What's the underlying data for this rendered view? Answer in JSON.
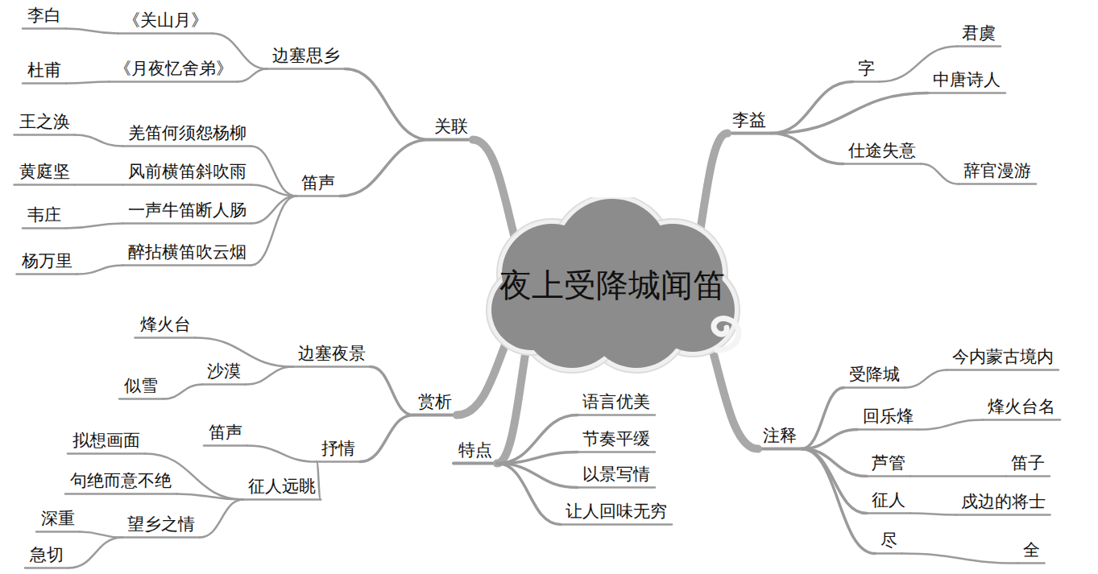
{
  "diagram": {
    "nodes": [
      {
        "text": [
          "夜上受降城闻笛"
        ]
      },
      {
        "text": [
          "李益"
        ]
      },
      {
        "text": [
          "字"
        ]
      },
      {
        "text": [
          "君虞"
        ]
      },
      {
        "text": [
          "中唐诗人"
        ]
      },
      {
        "text": [
          "仕途失意"
        ]
      },
      {
        "text": [
          "辞官漫游"
        ]
      },
      {
        "text": [
          "关联"
        ]
      },
      {
        "text": [
          "边塞思乡"
        ]
      },
      {
        "text": [
          "李白"
        ]
      },
      {
        "text": [
          "《关山月》"
        ]
      },
      {
        "text": [
          "杜甫"
        ]
      },
      {
        "text": [
          "《月夜忆舍弟》"
        ]
      },
      {
        "text": [
          "笛声"
        ]
      },
      {
        "text": [
          "王之涣"
        ]
      },
      {
        "text": [
          "羌笛何须怨杨柳"
        ]
      },
      {
        "text": [
          "黄庭坚"
        ]
      },
      {
        "text": [
          "风前横笛斜吹雨"
        ]
      },
      {
        "text": [
          "韦庄"
        ]
      },
      {
        "text": [
          "一声牛笛断人肠"
        ]
      },
      {
        "text": [
          "杨万里"
        ]
      },
      {
        "text": [
          "醉拈横笛吹云烟"
        ]
      },
      {
        "text": [
          "注释"
        ]
      },
      {
        "text": [
          "受降城"
        ]
      },
      {
        "text": [
          "今内蒙古境内"
        ]
      },
      {
        "text": [
          "回乐烽"
        ]
      },
      {
        "text": [
          "烽火台名"
        ]
      },
      {
        "text": [
          "芦管"
        ]
      },
      {
        "text": [
          "笛子"
        ]
      },
      {
        "text": [
          "征人"
        ]
      },
      {
        "text": [
          "戍边的将士"
        ]
      },
      {
        "text": [
          "尽"
        ]
      },
      {
        "text": [
          "全"
        ]
      },
      {
        "text": [
          "赏析"
        ]
      },
      {
        "text": [
          "边塞夜景"
        ]
      },
      {
        "text": [
          "烽火台"
        ]
      },
      {
        "text": [
          "沙漠"
        ]
      },
      {
        "text": [
          "似雪"
        ]
      },
      {
        "text": [
          "抒情"
        ]
      },
      {
        "text": [
          "笛声"
        ]
      },
      {
        "text": [
          "征人远眺"
        ]
      },
      {
        "text": [
          "拟想画面"
        ]
      },
      {
        "text": [
          "句绝而意不绝"
        ]
      },
      {
        "text": [
          "望乡之情"
        ]
      },
      {
        "text": [
          "深重"
        ]
      },
      {
        "text": [
          "急切"
        ]
      },
      {
        "text": [
          "特点"
        ]
      },
      {
        "text": [
          "语言优美"
        ]
      },
      {
        "text": [
          "节奏平缓"
        ]
      },
      {
        "text": [
          "以景写情"
        ]
      },
      {
        "text": [
          "让人回味无穷"
        ]
      }
    ],
    "edges": [
      {
        "from": 0,
        "to": 1,
        "arrow": "none"
      },
      {
        "from": 1,
        "to": 2,
        "arrow": "none"
      },
      {
        "from": 2,
        "to": 3,
        "arrow": "none"
      },
      {
        "from": 1,
        "to": 4,
        "arrow": "none"
      },
      {
        "from": 1,
        "to": 5,
        "arrow": "none"
      },
      {
        "from": 5,
        "to": 6,
        "arrow": "none"
      },
      {
        "from": 0,
        "to": 7,
        "arrow": "none"
      },
      {
        "from": 7,
        "to": 8,
        "arrow": "none"
      },
      {
        "from": 8,
        "to": 10,
        "arrow": "none"
      },
      {
        "from": 10,
        "to": 9,
        "arrow": "none"
      },
      {
        "from": 8,
        "to": 12,
        "arrow": "none"
      },
      {
        "from": 12,
        "to": 11,
        "arrow": "none"
      },
      {
        "from": 7,
        "to": 13,
        "arrow": "none"
      },
      {
        "from": 13,
        "to": 15,
        "arrow": "none"
      },
      {
        "from": 15,
        "to": 14,
        "arrow": "none"
      },
      {
        "from": 13,
        "to": 17,
        "arrow": "none"
      },
      {
        "from": 17,
        "to": 16,
        "arrow": "none"
      },
      {
        "from": 13,
        "to": 19,
        "arrow": "none"
      },
      {
        "from": 19,
        "to": 18,
        "arrow": "none"
      },
      {
        "from": 13,
        "to": 21,
        "arrow": "none"
      },
      {
        "from": 21,
        "to": 20,
        "arrow": "none"
      },
      {
        "from": 0,
        "to": 22,
        "arrow": "none"
      },
      {
        "from": 22,
        "to": 23,
        "arrow": "none"
      },
      {
        "from": 23,
        "to": 24,
        "arrow": "none"
      },
      {
        "from": 22,
        "to": 25,
        "arrow": "none"
      },
      {
        "from": 25,
        "to": 26,
        "arrow": "none"
      },
      {
        "from": 22,
        "to": 27,
        "arrow": "none"
      },
      {
        "from": 27,
        "to": 28,
        "arrow": "none"
      },
      {
        "from": 22,
        "to": 29,
        "arrow": "none"
      },
      {
        "from": 29,
        "to": 30,
        "arrow": "none"
      },
      {
        "from": 22,
        "to": 31,
        "arrow": "none"
      },
      {
        "from": 31,
        "to": 32,
        "arrow": "none"
      },
      {
        "from": 0,
        "to": 33,
        "arrow": "none"
      },
      {
        "from": 33,
        "to": 34,
        "arrow": "none"
      },
      {
        "from": 34,
        "to": 35,
        "arrow": "none"
      },
      {
        "from": 34,
        "to": 36,
        "arrow": "none"
      },
      {
        "from": 36,
        "to": 37,
        "arrow": "none"
      },
      {
        "from": 33,
        "to": 38,
        "arrow": "none"
      },
      {
        "from": 38,
        "to": 39,
        "arrow": "none"
      },
      {
        "from": 38,
        "to": 40,
        "arrow": "none"
      },
      {
        "from": 40,
        "to": 41,
        "arrow": "none"
      },
      {
        "from": 40,
        "to": 42,
        "arrow": "none"
      },
      {
        "from": 40,
        "to": 43,
        "arrow": "none"
      },
      {
        "from": 43,
        "to": 44,
        "arrow": "none"
      },
      {
        "from": 43,
        "to": 45,
        "arrow": "none"
      },
      {
        "from": 0,
        "to": 46,
        "arrow": "none"
      },
      {
        "from": 46,
        "to": 47,
        "arrow": "none"
      },
      {
        "from": 46,
        "to": 48,
        "arrow": "none"
      },
      {
        "from": 46,
        "to": 49,
        "arrow": "none"
      },
      {
        "from": 46,
        "to": 50,
        "arrow": "none"
      }
    ]
  }
}
